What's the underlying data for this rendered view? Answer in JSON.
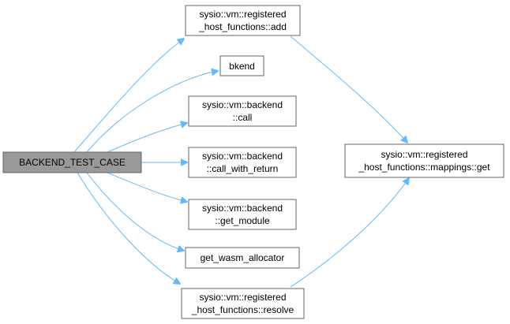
{
  "graph": {
    "root": {
      "lines": [
        "BACKEND_TEST_CASE"
      ]
    },
    "callees": [
      {
        "id": "add",
        "lines": [
          "sysio::vm::registered",
          "_host_functions::add"
        ]
      },
      {
        "id": "bkend",
        "lines": [
          "bkend"
        ]
      },
      {
        "id": "call",
        "lines": [
          "sysio::vm::backend",
          "::call"
        ]
      },
      {
        "id": "call_with_return",
        "lines": [
          "sysio::vm::backend",
          "::call_with_return"
        ]
      },
      {
        "id": "get_module",
        "lines": [
          "sysio::vm::backend",
          "::get_module"
        ]
      },
      {
        "id": "get_wasm_allocator",
        "lines": [
          "get_wasm_allocator"
        ]
      },
      {
        "id": "resolve",
        "lines": [
          "sysio::vm::registered",
          "_host_functions::resolve"
        ]
      }
    ],
    "secondary": {
      "id": "mappings_get",
      "lines": [
        "sysio::vm::registered",
        "_host_functions::mappings::get"
      ]
    },
    "edges": [
      {
        "from": "root",
        "to": "add"
      },
      {
        "from": "root",
        "to": "bkend"
      },
      {
        "from": "root",
        "to": "call"
      },
      {
        "from": "root",
        "to": "call_with_return"
      },
      {
        "from": "root",
        "to": "get_module"
      },
      {
        "from": "root",
        "to": "get_wasm_allocator"
      },
      {
        "from": "root",
        "to": "resolve"
      },
      {
        "from": "add",
        "to": "mappings_get"
      },
      {
        "from": "resolve",
        "to": "mappings_get"
      }
    ]
  },
  "colors": {
    "edge": "#63b8ff",
    "root_fill": "#999999",
    "node_fill": "#ffffff",
    "node_border": "#666666"
  }
}
